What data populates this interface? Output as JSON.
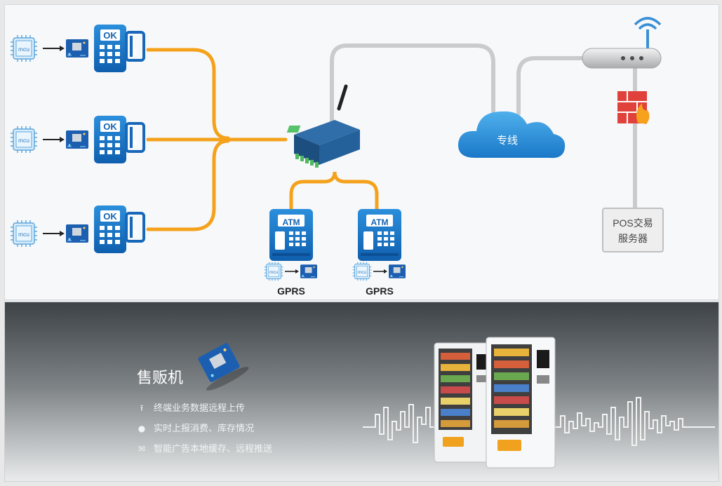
{
  "top_diagram": {
    "mcu_label": "mcu",
    "pos_ok_label": "OK",
    "card_symbol": "$",
    "atm_label": "ATM",
    "atm_network": [
      "GPRS",
      "GPRS"
    ],
    "cloud_label": "专线",
    "server_label_line1": "POS交易",
    "server_label_line2": "服务器",
    "colors": {
      "orange": "#f4a21c",
      "blue": "#1476c6",
      "gray_line": "#c9cbcd",
      "firewall": "#e0413a"
    },
    "icons": [
      "chip-icon",
      "module-icon",
      "pos-terminal-icon",
      "router-device-icon",
      "cloud-icon",
      "wifi-router-icon",
      "firewall-icon",
      "atm-icon",
      "server-box"
    ]
  },
  "bottom_banner": {
    "title": "售贩机",
    "features": [
      {
        "icon": "upload-icon",
        "text": "终端业务数据远程上传"
      },
      {
        "icon": "pin-icon",
        "text": "实时上报消费、库存情况"
      },
      {
        "icon": "mail-icon",
        "text": "智能广告本地缓存、远程推送"
      }
    ]
  }
}
